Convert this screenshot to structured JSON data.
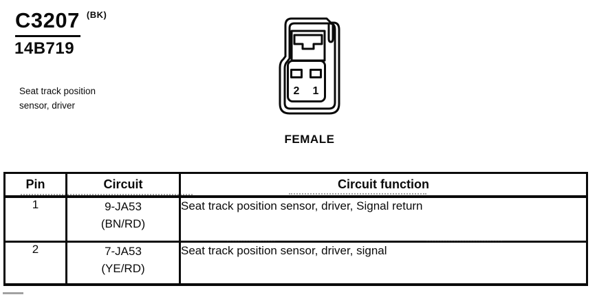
{
  "header": {
    "connector_id": "C3207",
    "color_code": "(BK)",
    "part_number": "14B719",
    "description_line1": "Seat track position",
    "description_line2": "sensor, driver"
  },
  "connector": {
    "gender_label": "FEMALE",
    "pin_labels": [
      "2",
      "1"
    ]
  },
  "table": {
    "columns": [
      "Pin",
      "Circuit",
      "Circuit function"
    ],
    "rows": [
      {
        "pin": "1",
        "circuit": "9-JA53",
        "circuit_color": "(BN/RD)",
        "function": "Seat track position sensor, driver, Signal return"
      },
      {
        "pin": "2",
        "circuit": "7-JA53",
        "circuit_color": "(YE/RD)",
        "function": "Seat track position sensor, driver, signal"
      }
    ]
  },
  "colors": {
    "ink": "#0a0a0a",
    "paper": "#ffffff"
  }
}
